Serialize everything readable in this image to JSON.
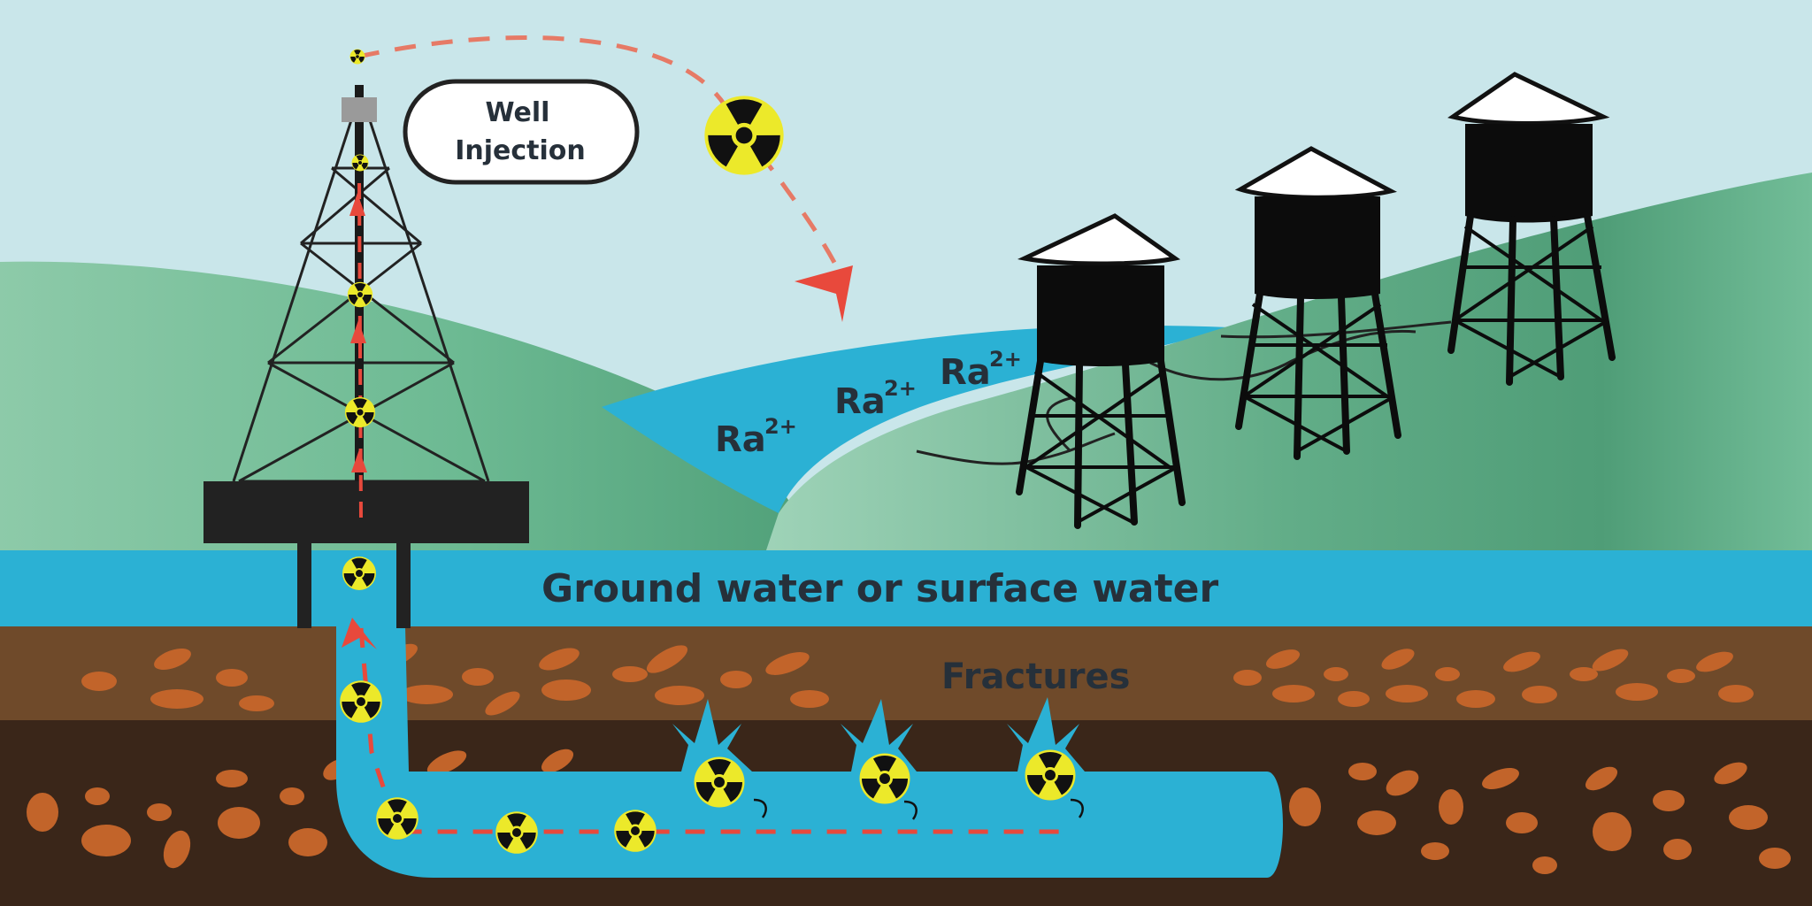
{
  "labels": {
    "well_injection_line1": "Well",
    "well_injection_line2": "Injection",
    "ground_water": "Ground water or surface water",
    "fractures": "Fractures",
    "radium_base": "Ra",
    "radium_charge": "2+"
  },
  "colors": {
    "sky": "#c9e6ea",
    "hill_green": "#6fba95",
    "water_blue": "#2bb1d4",
    "soil_upper": "#6f4a2a",
    "soil_lower": "#3a2619",
    "pebble": "#c2642a",
    "arrow_red": "#e8493c",
    "hazard_yellow": "#ece92a",
    "structure_black": "#0c0c0c"
  },
  "icons": [
    "radiation-icon",
    "water-tower-icon",
    "drilling-rig-icon",
    "arrow-icon"
  ]
}
